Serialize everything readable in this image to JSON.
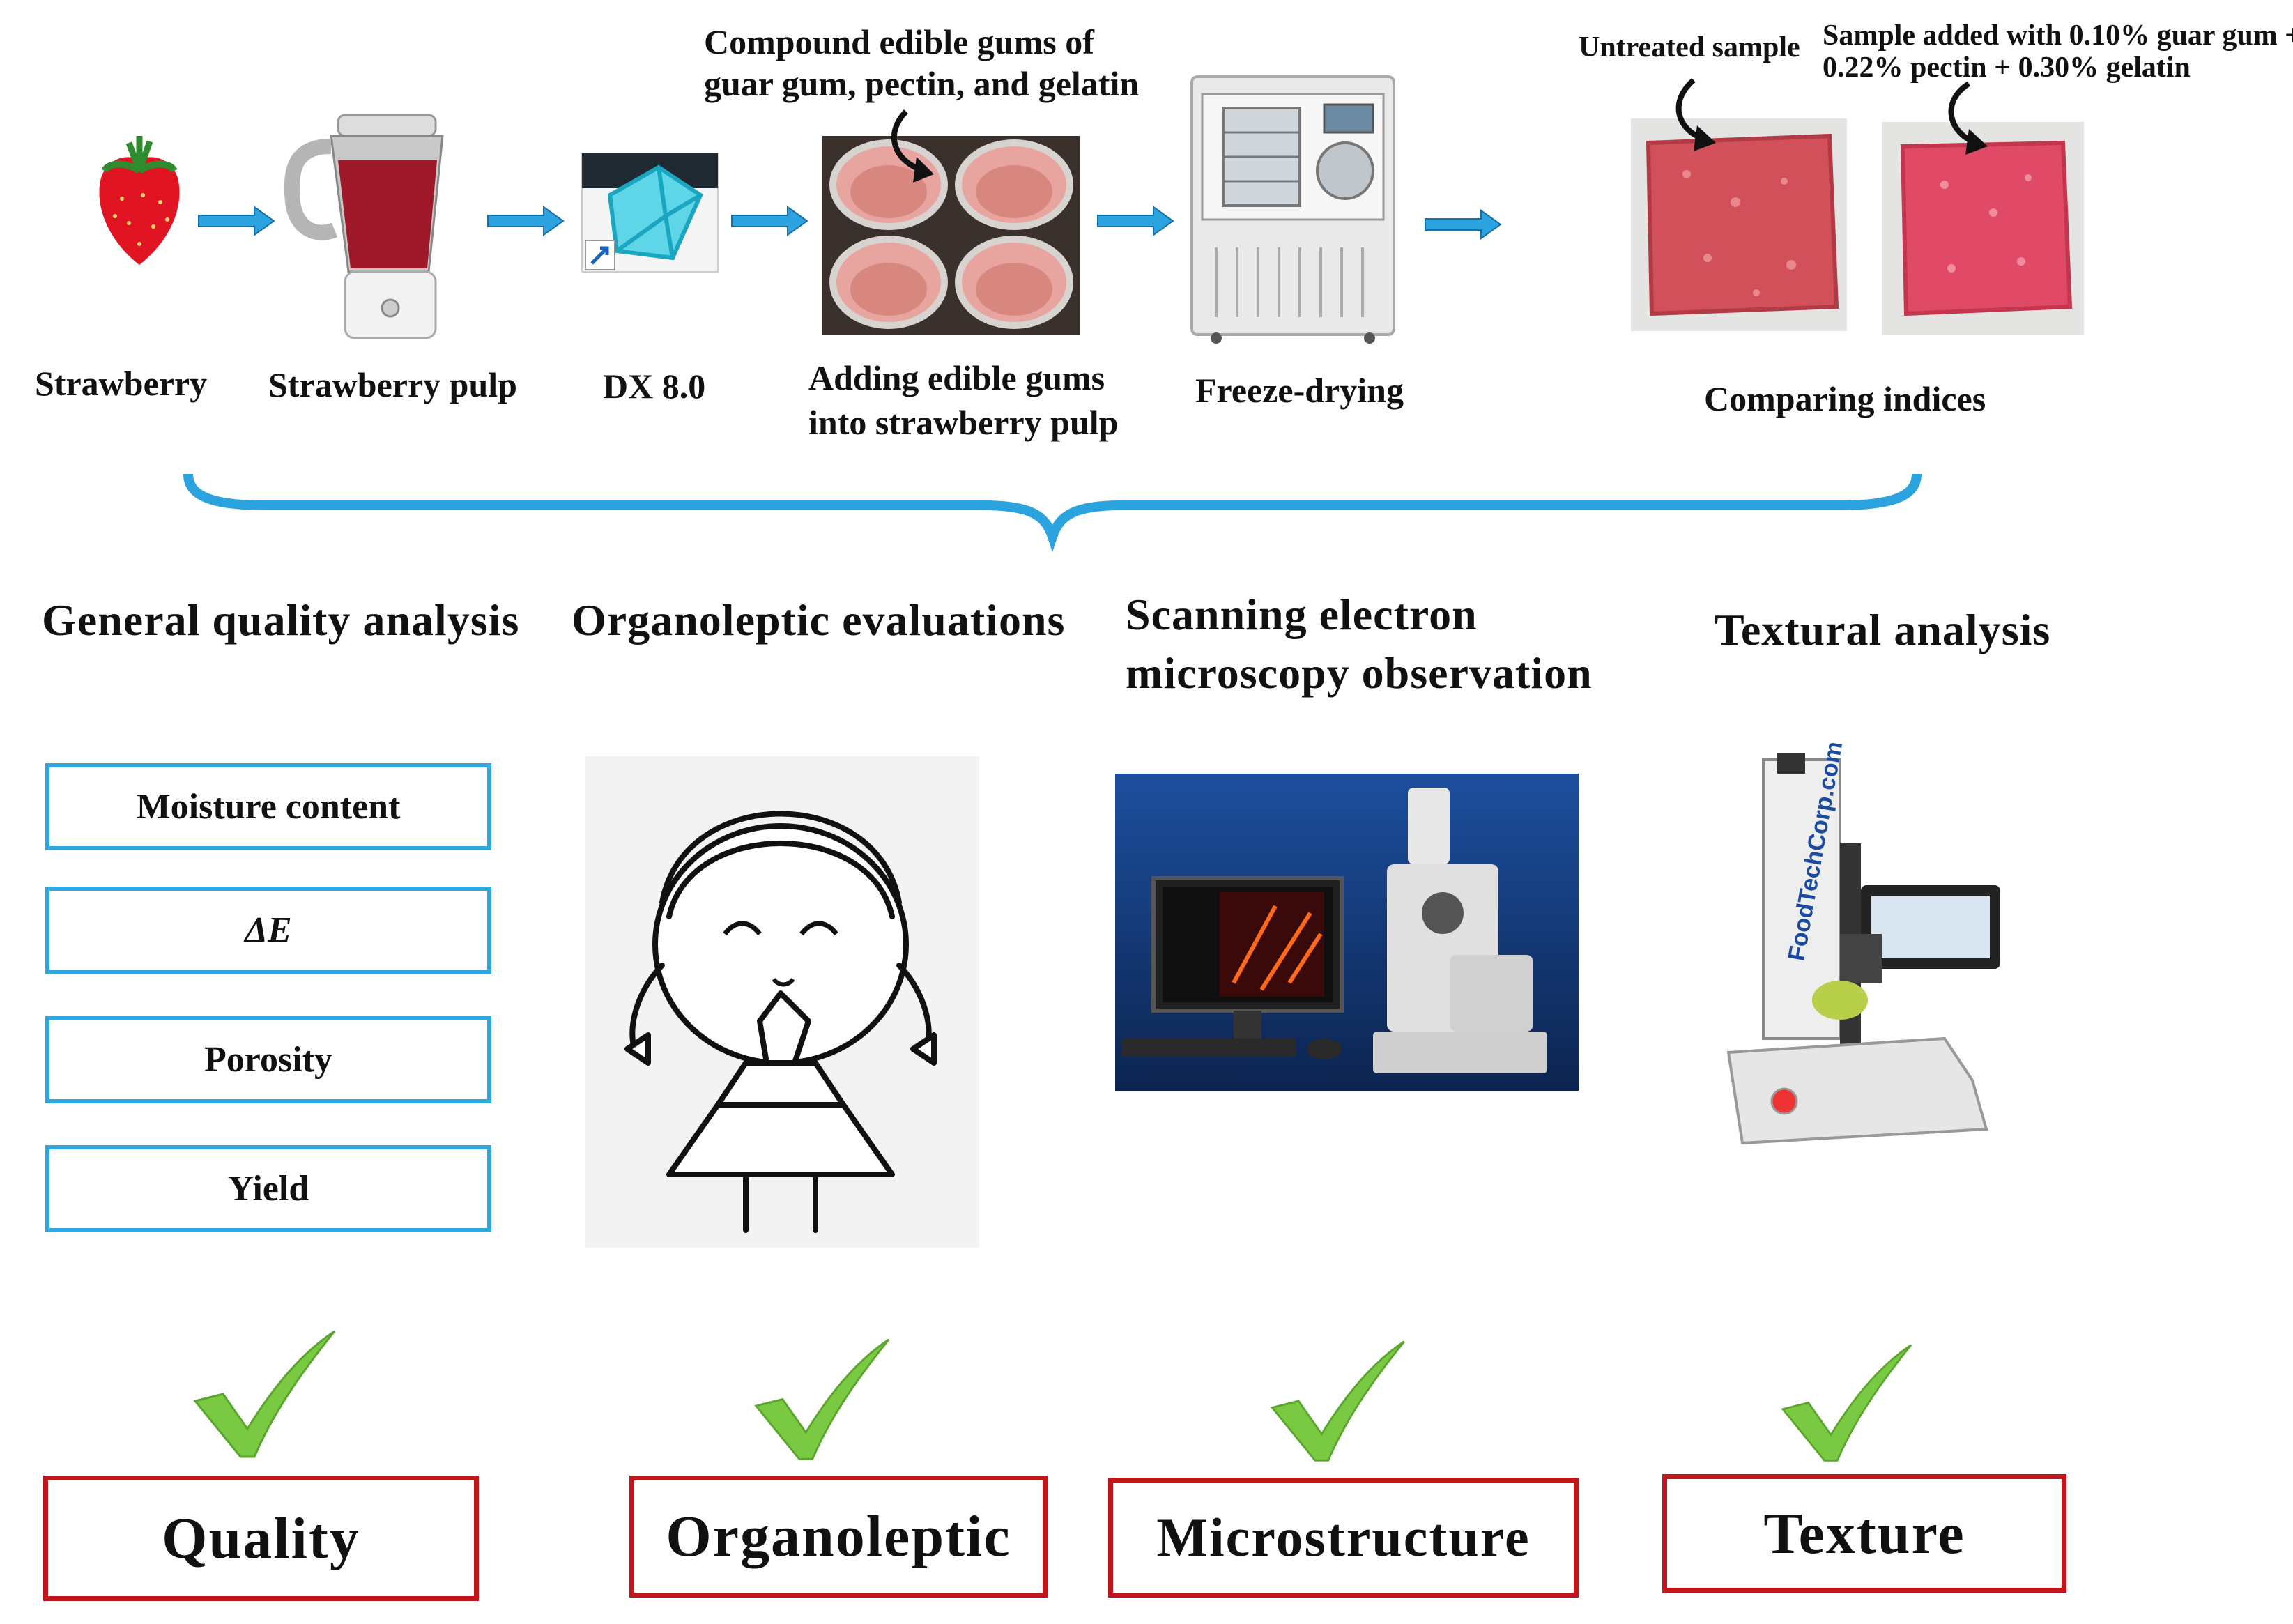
{
  "process": {
    "steps": [
      {
        "label": "Strawberry"
      },
      {
        "label": "Strawberry pulp"
      },
      {
        "label": "DX 8.0"
      },
      {
        "label": "Adding edible gums",
        "label2": "into strawberry pulp"
      },
      {
        "label": "Freeze-drying"
      },
      {
        "label": "Comparing indices"
      }
    ],
    "gum_note_line1": "Compound edible gums of",
    "gum_note_line2": "guar gum, pectin, and gelatin",
    "untreated_note": "Untreated sample",
    "treated_note_line1": "Sample added with 0.10% guar gum +",
    "treated_note_line2": "0.22% pectin + 0.30% gelatin"
  },
  "analyses": [
    {
      "heading": "General quality analysis"
    },
    {
      "heading": "Organoleptic evaluations"
    },
    {
      "heading": "Scanning electron",
      "heading2": "microscopy observation"
    },
    {
      "heading": "Textural analysis"
    }
  ],
  "quality_items": [
    "Moisture content",
    "ΔE",
    "Porosity",
    "Yield"
  ],
  "results": [
    "Quality",
    "Organoleptic",
    "Microstructure",
    "Texture"
  ],
  "colors": {
    "arrow_blue": "#2aa3df",
    "brace_blue": "#2aa3df",
    "box_blue": "#2fa6e0",
    "result_red": "#c0161b",
    "check_green": "#7ac943"
  },
  "icons": [
    "strawberry-icon",
    "blender-icon",
    "software-icon",
    "cups-photo",
    "freeze-dryer-icon",
    "sample-photo",
    "cartoon-girl-icon",
    "microscope-workstation-icon",
    "texture-analyzer-icon",
    "checkmark-icon"
  ]
}
